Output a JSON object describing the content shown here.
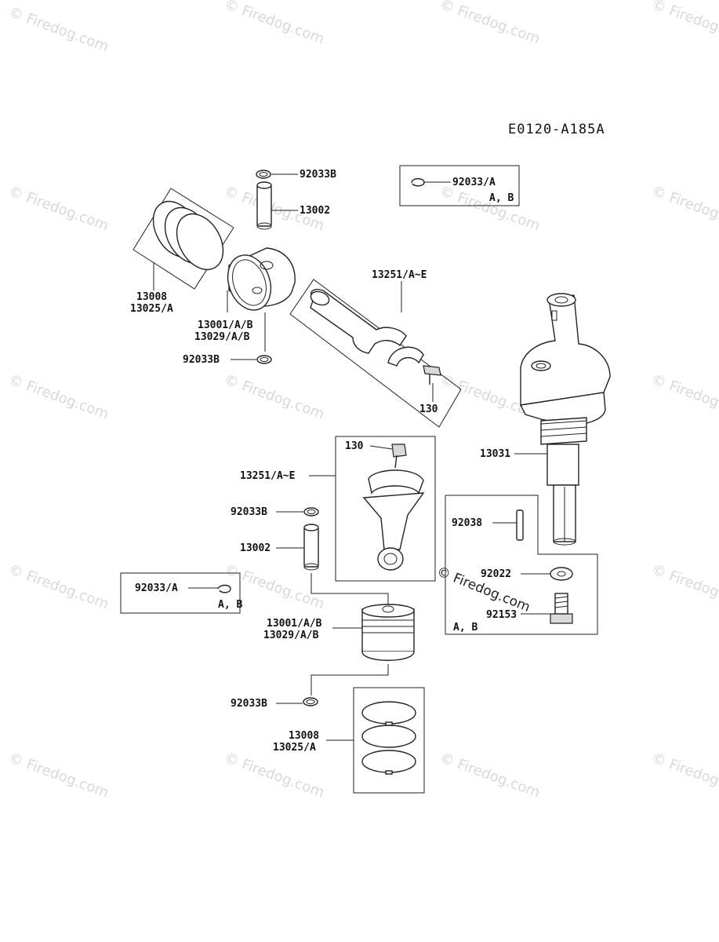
{
  "diagram": {
    "code": "E0120-A185A",
    "watermark_text": "© Firedog.com",
    "center_watermark": "© Firedog.com",
    "labels": {
      "top_clip": "92033B",
      "top_pin": "13002",
      "top_rings_a": "13008",
      "top_rings_b": "13025/A",
      "top_piston_a": "13001/A/B",
      "top_piston_b": "13029/A/B",
      "top_clip_lower": "92033B",
      "top_rod_assy": "13251/A~E",
      "top_bolt": "130",
      "inset_clip": "92033/A",
      "inset_ab": "A, B",
      "crankshaft": "13031",
      "mid_bolt": "130",
      "mid_rod_assy": "13251/A~E",
      "mid_clip": "92033B",
      "mid_pin": "13002",
      "left_inset_clip": "92033/A",
      "left_inset_ab": "A, B",
      "key": "92038",
      "washer": "92022",
      "bolt_923": "92153",
      "crank_inset_ab": "A, B",
      "bottom_piston_a": "13001/A/B",
      "bottom_piston_b": "13029/A/B",
      "bottom_clip": "92033B",
      "bottom_rings_a": "13008",
      "bottom_rings_b": "13025/A"
    }
  }
}
